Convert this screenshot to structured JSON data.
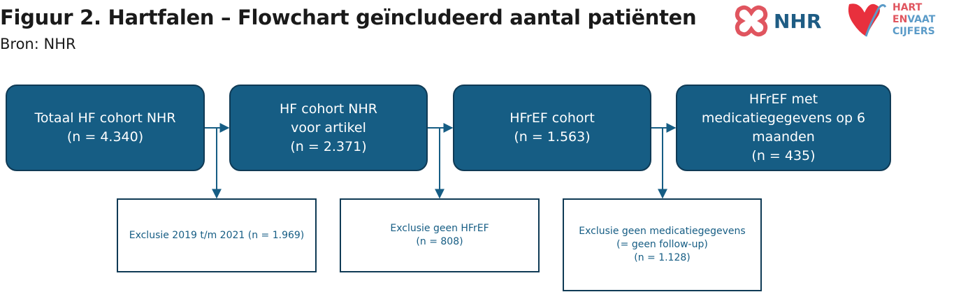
{
  "header": {
    "title": "Figuur 2. Hartfalen – Flowchart geïncludeerd aantal patiënten",
    "source": "Bron: NHR"
  },
  "logos": {
    "nhr": "NHR",
    "hartenvaat": [
      "HART",
      "EN",
      "VAAT",
      "CIJFERS"
    ]
  },
  "flow": {
    "boxes": [
      {
        "lines": [
          "Totaal HF cohort NHR",
          "(n = 4.340)"
        ]
      },
      {
        "lines": [
          "HF cohort NHR",
          "voor artikel",
          "(n = 2.371)"
        ]
      },
      {
        "lines": [
          "HFrEF cohort",
          "(n = 1.563)"
        ]
      },
      {
        "lines": [
          "HFrEF met",
          "medicatiegegevens op 6",
          "maanden",
          "(n = 435)"
        ]
      }
    ],
    "exclusions": [
      {
        "lines": [
          "Exclusie 2019 t/m 2021 (n =  1.969)"
        ]
      },
      {
        "lines": [
          "Exclusie geen HFrEF",
          "(n = 808)"
        ]
      },
      {
        "lines": [
          "Exclusie geen medicatiegegevens",
          "(= geen follow-up)",
          "(n = 1.128)"
        ]
      }
    ]
  },
  "colors": {
    "box_fill": "#165d84",
    "box_border": "#0f3a55",
    "nhr_red": "#e0555f",
    "nhr_blue": "#1e5c84",
    "hv_blue": "#5b9bc8"
  }
}
